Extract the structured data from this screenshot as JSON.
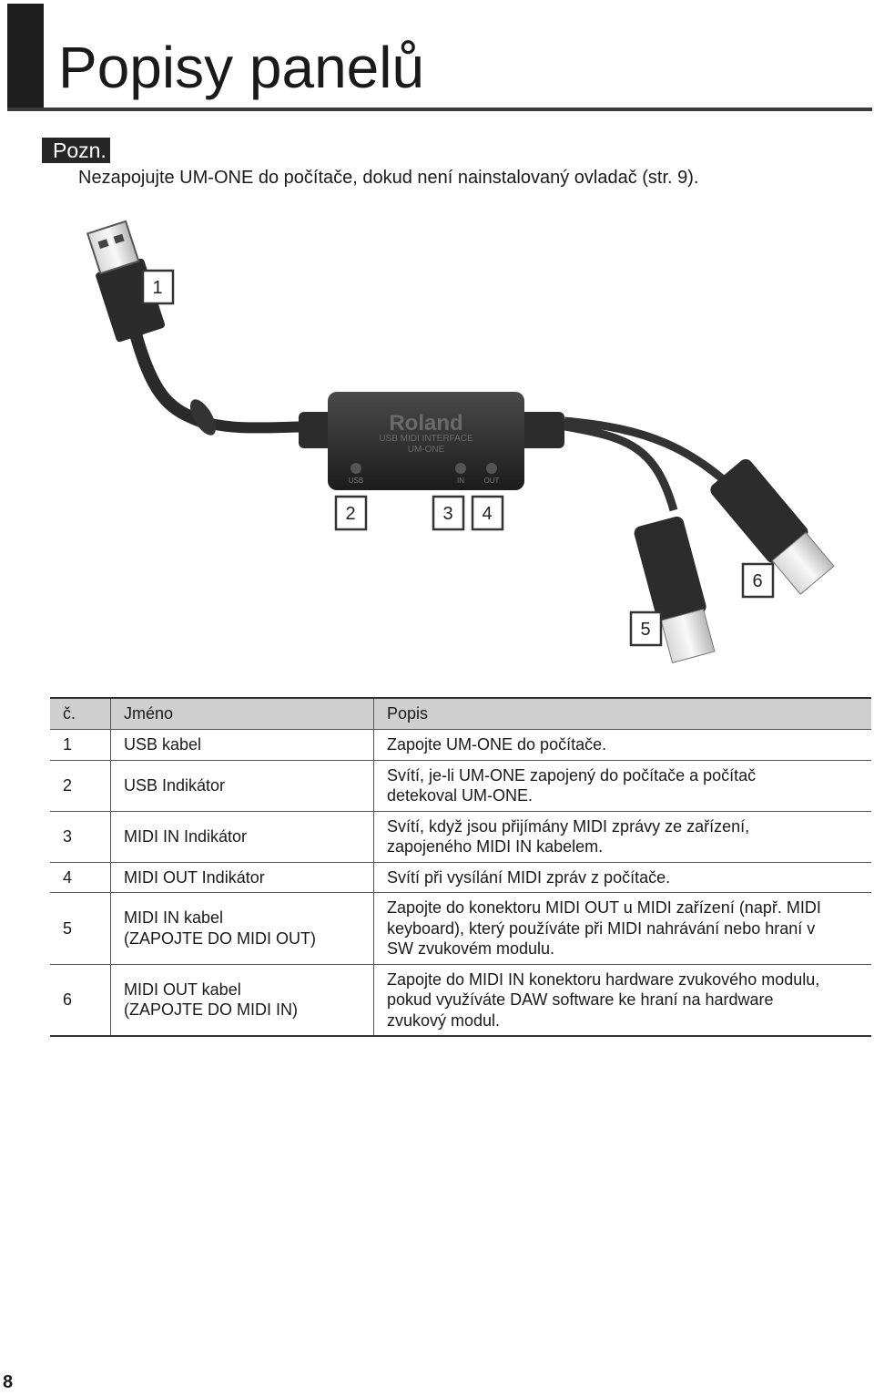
{
  "page": {
    "title": "Popisy panelů",
    "page_number": "8"
  },
  "note": {
    "label": "Pozn.",
    "text": "Nezapojujte UM-ONE do počítače, dokud není nainstalovaný ovladač (str. 9)."
  },
  "figure": {
    "brand": "Roland",
    "device_line1": "USB MIDI INTERFACE",
    "device_line2": "UM-ONE",
    "led_usb": "USB",
    "led_in": "IN",
    "led_out": "OUT",
    "callouts": [
      "1",
      "2",
      "3",
      "4",
      "5",
      "6"
    ]
  },
  "table": {
    "headers": [
      "č.",
      "Jméno",
      "Popis"
    ],
    "rows": [
      {
        "num": "1",
        "name": [
          "USB kabel"
        ],
        "desc": [
          "Zapojte UM-ONE do počítače."
        ]
      },
      {
        "num": "2",
        "name": [
          "USB Indikátor"
        ],
        "desc": [
          "Svítí, je-li UM-ONE zapojený do počítače a počítač",
          "detekoval UM-ONE."
        ]
      },
      {
        "num": "3",
        "name": [
          "MIDI IN Indikátor"
        ],
        "desc": [
          "Svítí, když jsou přijímány MIDI zprávy ze zařízení,",
          "zapojeného MIDI IN kabelem."
        ]
      },
      {
        "num": "4",
        "name": [
          "MIDI OUT Indikátor"
        ],
        "desc": [
          "Svítí při vysílání MIDI zpráv z počítače."
        ]
      },
      {
        "num": "5",
        "name": [
          "MIDI IN kabel",
          "(ZAPOJTE DO MIDI OUT)"
        ],
        "desc": [
          "Zapojte do konektoru MIDI OUT u MIDI zařízení (např. MIDI",
          "keyboard), který používáte při MIDI nahrávání nebo hraní v",
          "SW zvukovém modulu."
        ]
      },
      {
        "num": "6",
        "name": [
          "MIDI OUT kabel",
          "(ZAPOJTE DO MIDI IN)"
        ],
        "desc": [
          "Zapojte do MIDI IN konektoru hardware zvukového modulu,",
          "pokud využíváte DAW software ke hraní na hardware",
          "zvukový modul."
        ]
      }
    ]
  }
}
